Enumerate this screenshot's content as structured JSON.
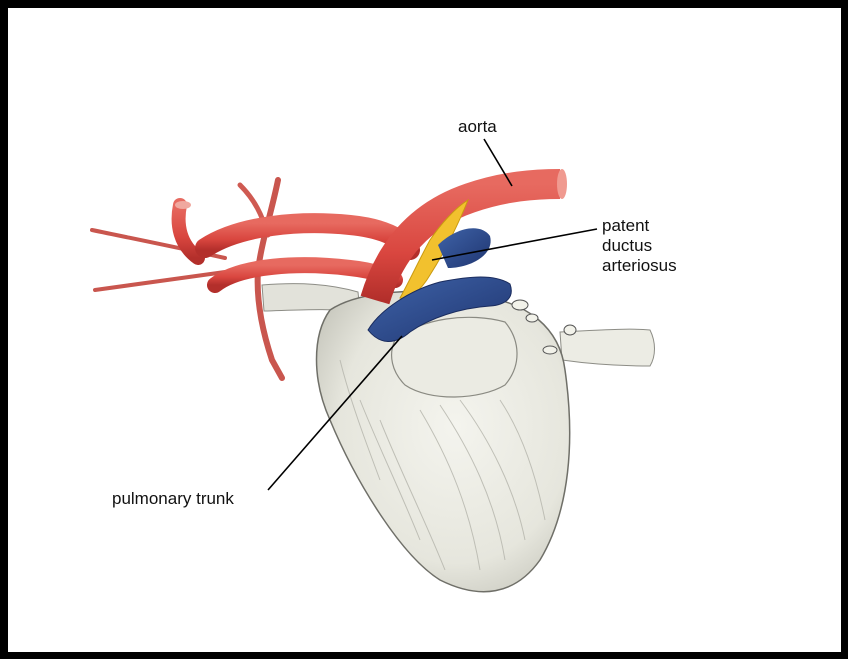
{
  "figure": {
    "labels": {
      "aorta": "aorta",
      "pda_line1": "patent",
      "pda_line2": "ductus",
      "pda_line3": "arteriosus",
      "pulmonary_trunk": "pulmonary trunk"
    },
    "colors": {
      "frame": "#000000",
      "aorta": "#d9463f",
      "aorta_dark": "#b32f2b",
      "pulmonary": "#2c4a86",
      "ductus": "#f2c12e",
      "heart": "#eeeee6",
      "heart_shade": "#b9b9b0",
      "leader_line": "#000000"
    }
  }
}
